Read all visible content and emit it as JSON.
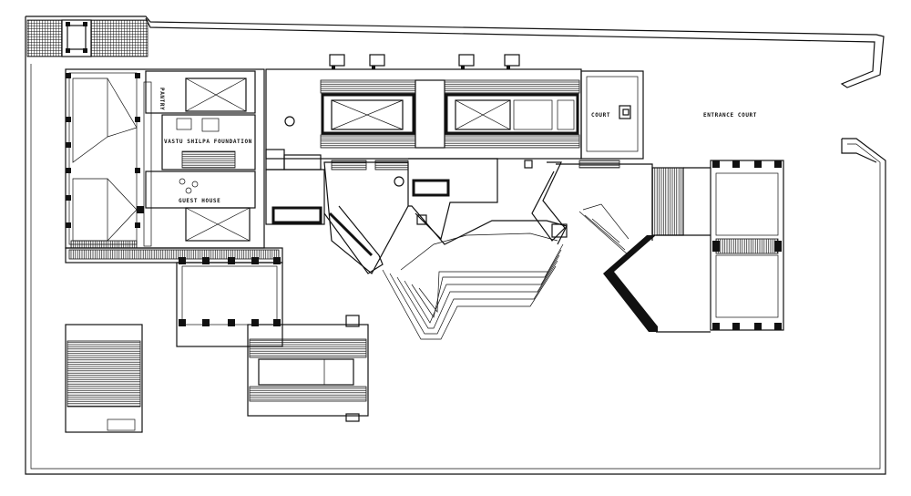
{
  "plan": {
    "labels": {
      "entrance_court": "ENTRANCE  COURT",
      "court": "COURT",
      "vastu_shilpa_foundation": "VASTU  SHILPA  FOUNDATION",
      "guest_house": "GUEST  HOUSE",
      "pantry": "PANTRY"
    },
    "colors": {
      "ink": "#111111",
      "paper": "#ffffff"
    }
  }
}
